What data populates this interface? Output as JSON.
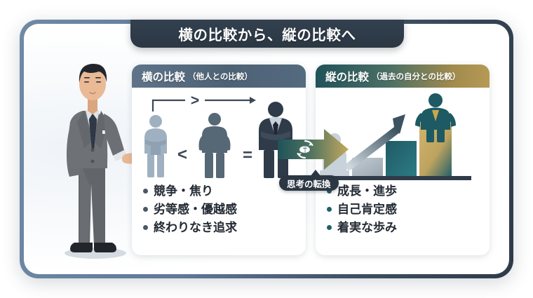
{
  "title": {
    "text": "横の比較から、縦の比較へ"
  },
  "frame": {
    "border_color_start": "#6e8aa5",
    "border_color_end": "#2e3a48",
    "background": "#ffffff"
  },
  "presenter": {
    "alt": "businessman-presenting-illustration",
    "suit_color": "#6b6f74",
    "tie_color": "#2c3640",
    "skin_color": "#e8b894"
  },
  "panels": [
    {
      "id": "horizontal-comparison",
      "heading_main": "横の比較",
      "heading_sub": "（他人との比較）",
      "header_color_start": "#5f7489",
      "header_color_end": "#546a7f",
      "bullet_color": "#4a5866",
      "illustration": "three-figures-comparison",
      "comparison_symbols": [
        "<",
        "=",
        ">"
      ],
      "bullets": [
        "競争・焦り",
        "劣等感・優越感",
        "終わりなき追求"
      ]
    },
    {
      "id": "vertical-comparison",
      "heading_main": "縦の比較",
      "heading_sub": "（過去の自分との比較）",
      "header_color_start": "#1f5259",
      "header_color_end": "#b79a55",
      "bullet_color": "#1f6169",
      "illustration": "growth-bar-chart-with-figures",
      "bars": [
        3,
        2,
        1
      ],
      "bullets": [
        "成長・進歩",
        "自己肯定感",
        "着実な歩み"
      ]
    }
  ],
  "transition": {
    "label": "思考の転換",
    "icon": "brain-cycle-icon",
    "arrow_color_start": "#1f5259",
    "arrow_color_end": "#c3a85c",
    "badge_color": "#2b3743"
  }
}
